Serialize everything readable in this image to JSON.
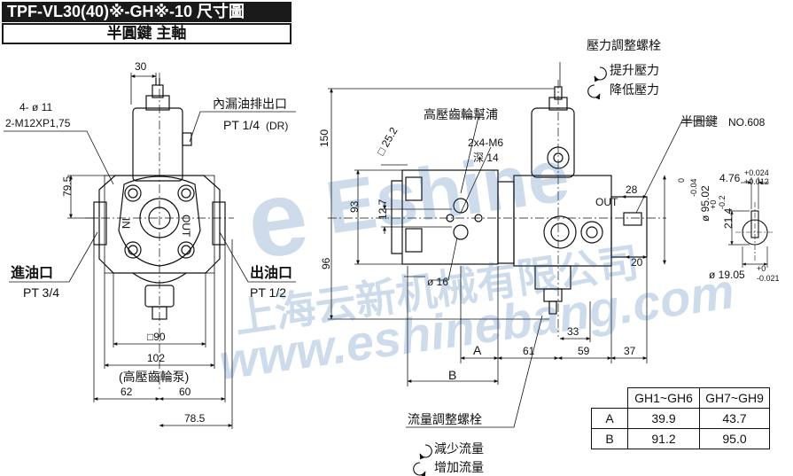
{
  "header": {
    "title": "TPF-VL30(40)※-GH※-10 尺寸圖",
    "subtitle": "半圓鍵 主軸"
  },
  "left_view": {
    "top_width": "30",
    "hole_spec_1": "4- ø 11",
    "hole_spec_2": "2-M12XP1,75",
    "drain_label": "內漏油排出口",
    "drain_spec": "PT 1/4",
    "drain_suffix": "(DR)",
    "height_79_5": "79.5",
    "inlet_label": "進油口",
    "inlet_spec": "PT 3/4",
    "outlet_label": "出油口",
    "outlet_spec": "PT 1/2",
    "square_90": "□90",
    "width_102": "102",
    "pump_name": "(高壓齒輪泵)",
    "width_62": "62",
    "width_60": "60",
    "width_78_5": "78.5",
    "mark_in": "IN",
    "mark_out": "OUT"
  },
  "right_view": {
    "pressure_screw": "壓力調整螺栓",
    "raise_pressure": "提升壓力",
    "lower_pressure": "降低壓力",
    "key_label": "半圓鍵",
    "key_no": "NO.608",
    "gear_pump_label": "高壓齒輪幫浦",
    "tap_spec": "2x4-M6",
    "tap_depth": "深 14",
    "sq_25_2": "□ 25.2",
    "h150": "150",
    "h93": "93",
    "h12_7": "12.7",
    "h96": "96",
    "d16": "ø 16",
    "d28": "28",
    "d20": "20",
    "d95_02": "ø 95.02",
    "tol_95_upper": "0",
    "tol_95_lower": "-0.04",
    "d33": "33",
    "a_label": "A",
    "b_label": "B",
    "d61": "61",
    "d59": "59",
    "d37": "37",
    "flow_screw": "流量調整螺栓",
    "reduce_flow": "減少流量",
    "increase_flow": "增加流量",
    "mark_out": "OUT"
  },
  "key_detail": {
    "width": "4.76",
    "width_tol_upper": "+0.024",
    "width_tol_lower": "+0.012",
    "height": "21.4",
    "height_tol_upper": "+0",
    "height_tol_lower": "-0.2",
    "dia": "ø 19.05",
    "dia_tol_upper": "+0",
    "dia_tol_lower": "-0.021"
  },
  "watermark": {
    "brand": "Eshine",
    "cn": "上海云新机械有限公司",
    "url": "www.eshinebang.com"
  },
  "table": {
    "headers": [
      "GH1~GH6",
      "GH7~GH9"
    ],
    "rows": [
      {
        "label": "A",
        "v1": "39.9",
        "v2": "43.7"
      },
      {
        "label": "B",
        "v1": "91.2",
        "v2": "95.0"
      }
    ]
  }
}
